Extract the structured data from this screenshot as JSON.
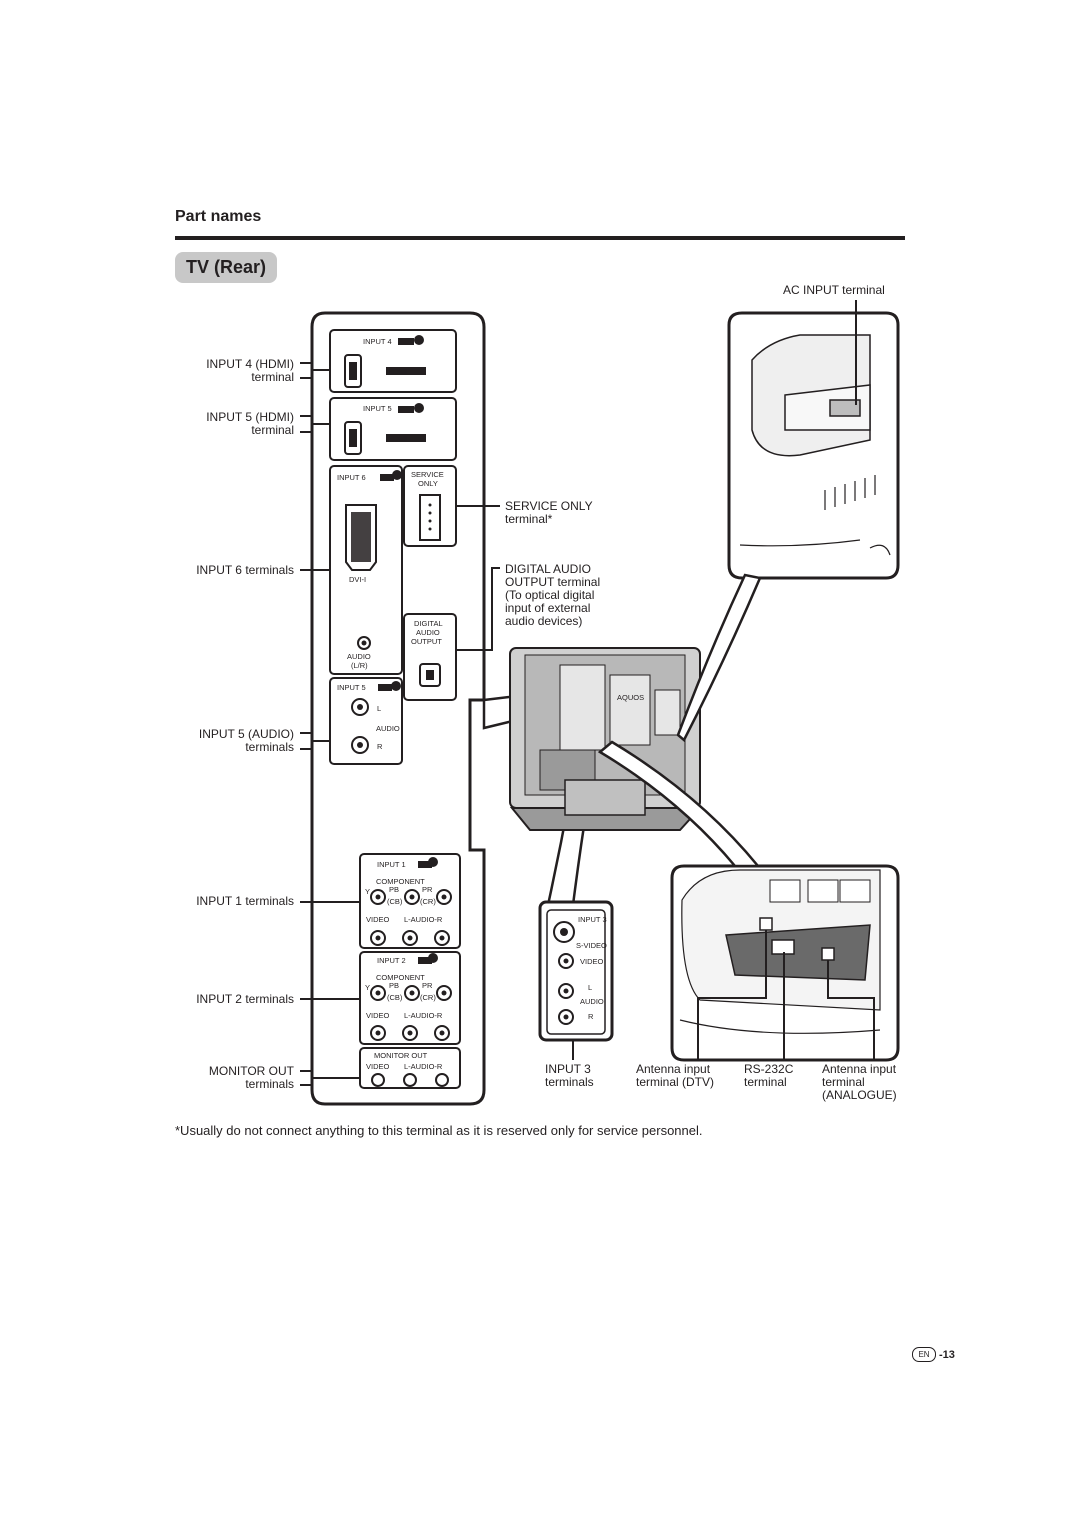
{
  "header": {
    "section": "Part names",
    "title": "TV (Rear)"
  },
  "labels": {
    "ac_input": "AC INPUT terminal",
    "input4_line1": "INPUT 4 (HDMI)",
    "input4_line2": "terminal",
    "input5_line1": "INPUT 5 (HDMI)",
    "input5_line2": "terminal",
    "service_line1": "SERVICE ONLY",
    "service_line2": "terminal*",
    "input6": "INPUT 6 terminals",
    "digital_line1": "DIGITAL AUDIO",
    "digital_line2": "OUTPUT terminal",
    "digital_line3": "(To optical digital",
    "digital_line4": "input of external",
    "digital_line5": "audio devices)",
    "input5_audio_line1": "INPUT 5 (AUDIO)",
    "input5_audio_line2": "terminals",
    "input1": "INPUT 1 terminals",
    "input2": "INPUT 2 terminals",
    "monitor_line1": "MONITOR OUT",
    "monitor_line2": "terminals",
    "input3_line1": "INPUT 3",
    "input3_line2": "terminals",
    "ant_dtv_line1": "Antenna input",
    "ant_dtv_line2": "terminal (DTV)",
    "rs232_line1": "RS-232C",
    "rs232_line2": "terminal",
    "ant_an_line1": "Antenna input",
    "ant_an_line2": "terminal",
    "ant_an_line3": "(ANALOGUE)"
  },
  "panel": {
    "input4": "INPUT 4",
    "input5": "INPUT 5",
    "hdmi_logo": "HDMI",
    "input6": "INPUT 6",
    "service_only_1": "SERVICE",
    "service_only_2": "ONLY",
    "dvi": "DVI-I",
    "audio_lr_1": "AUDIO",
    "audio_lr_2": "(L/R)",
    "digital_1": "DIGITAL",
    "digital_2": "AUDIO",
    "digital_3": "OUTPUT",
    "input5_audio": "INPUT 5",
    "l": "L",
    "audio": "AUDIO",
    "r": "R",
    "input1": "INPUT 1",
    "component": "COMPONENT",
    "y": "Y",
    "pb": "PB",
    "pr": "PR",
    "cb": "(CB)",
    "cr": "(CR)",
    "video": "VIDEO",
    "l_audio_r": "L-AUDIO-R",
    "input2": "INPUT 2",
    "monitor_out": "MONITOR OUT",
    "input3": "INPUT 3",
    "svideo": "S-VIDEO",
    "video3": "VIDEO",
    "l3": "L",
    "audio3": "AUDIO",
    "r3": "R",
    "brand": "AQUOS"
  },
  "footnote": "*Usually do not connect anything to this terminal as it is reserved only for service personnel.",
  "page": {
    "lang": "EN",
    "number": "-13"
  }
}
